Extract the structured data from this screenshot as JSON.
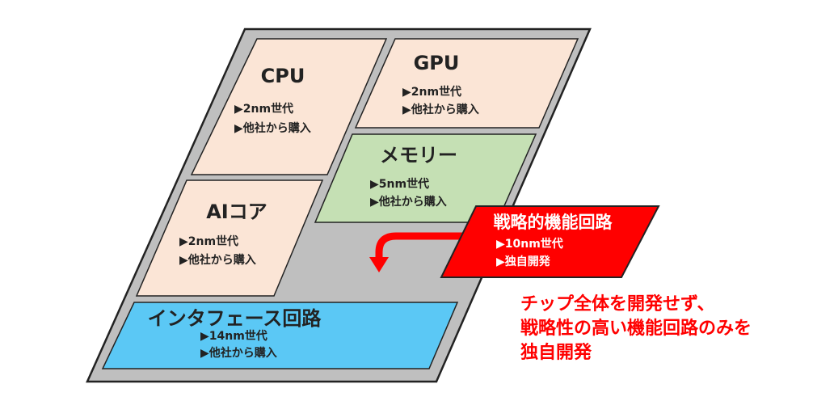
{
  "blocks": {
    "cpu": {
      "title": "CPU",
      "bullets": [
        "▶2nm世代",
        "▶他社から購入"
      ]
    },
    "gpu": {
      "title": "GPU",
      "bullets": [
        "▶2nm世代",
        "▶他社から購入"
      ]
    },
    "memory": {
      "title": "メモリー",
      "bullets": [
        "▶5nm世代",
        "▶他社から購入"
      ]
    },
    "ai_core": {
      "title": "AIコア",
      "bullets": [
        "▶2nm世代",
        "▶他社から購入"
      ]
    },
    "interface": {
      "title": "インタフェース回路",
      "bullets": [
        "▶14nm世代",
        "▶他社から購入"
      ]
    },
    "strategic": {
      "title": "戦略的機能回路",
      "bullets": [
        "▶10nm世代",
        "▶独自開発"
      ]
    }
  },
  "caption": {
    "lines": [
      "チップ全体を開発せず、",
      "戦略性の高い機能回路のみを",
      "独自開発"
    ]
  },
  "colors": {
    "chip": "#bfbfbf",
    "salmon": "#fbe5d6",
    "memory": "#c5e0b4",
    "interface": "#5bc8f5",
    "strategic": "#ff0000",
    "caption": "#ff0000"
  }
}
